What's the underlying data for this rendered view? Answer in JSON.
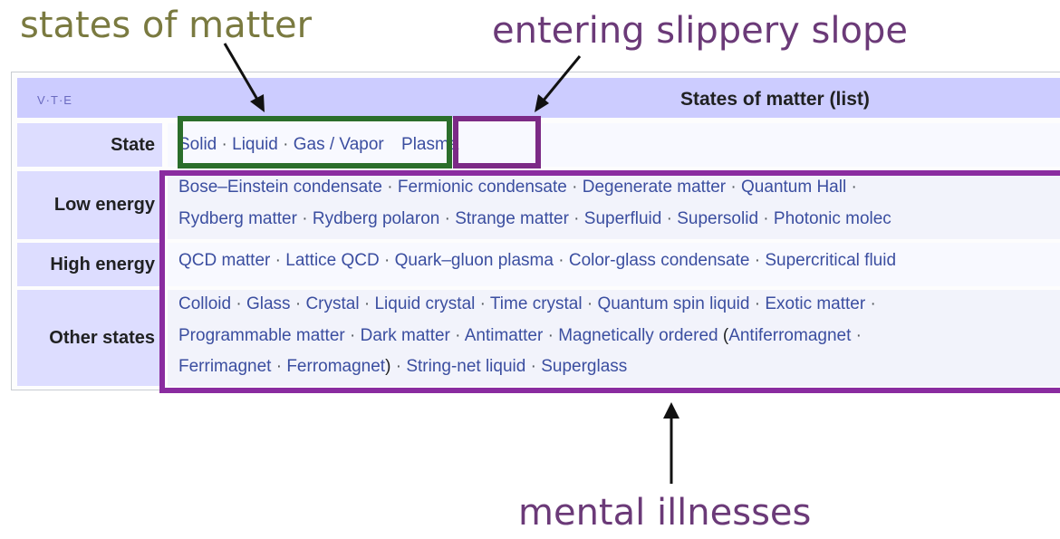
{
  "annotations": {
    "states_of_matter": "states of matter",
    "entering_slippery_slope": "entering slippery slope",
    "mental_illnesses": "mental illnesses"
  },
  "navbox": {
    "vte": "V·T·E",
    "title": "States of matter (list)",
    "rows": [
      {
        "group": "State",
        "lines": [
          [
            "Solid",
            "Liquid",
            "Gas / Vapor",
            "Plasma"
          ]
        ]
      },
      {
        "group": "Low energy",
        "lines": [
          [
            "Bose–Einstein condensate",
            "Fermionic condensate",
            "Degenerate matter",
            "Quantum Hall"
          ],
          [
            "Rydberg matter",
            "Rydberg polaron",
            "Strange matter",
            "Superfluid",
            "Supersolid",
            "Photonic molec"
          ]
        ]
      },
      {
        "group": "High energy",
        "lines": [
          [
            "QCD matter",
            "Lattice QCD",
            "Quark–gluon plasma",
            "Color-glass condensate",
            "Supercritical fluid"
          ]
        ]
      },
      {
        "group": "Other states",
        "lines": [
          [
            "Colloid",
            "Glass",
            "Crystal",
            "Liquid crystal",
            "Time crystal",
            "Quantum spin liquid",
            "Exotic matter"
          ],
          [
            "Programmable matter",
            "Dark matter",
            "Antimatter",
            "Magnetically ordered",
            "Antiferromagnet"
          ],
          [
            "Ferrimagnet",
            "Ferromagnet",
            "String-net liquid",
            "Superglass"
          ]
        ]
      }
    ]
  },
  "colors": {
    "green_box": "#2b6e2b",
    "purple_box": "#8a2ca0",
    "header_bg": "#ccccff",
    "group_bg": "#ddddff",
    "link": "#3b4ea0"
  }
}
